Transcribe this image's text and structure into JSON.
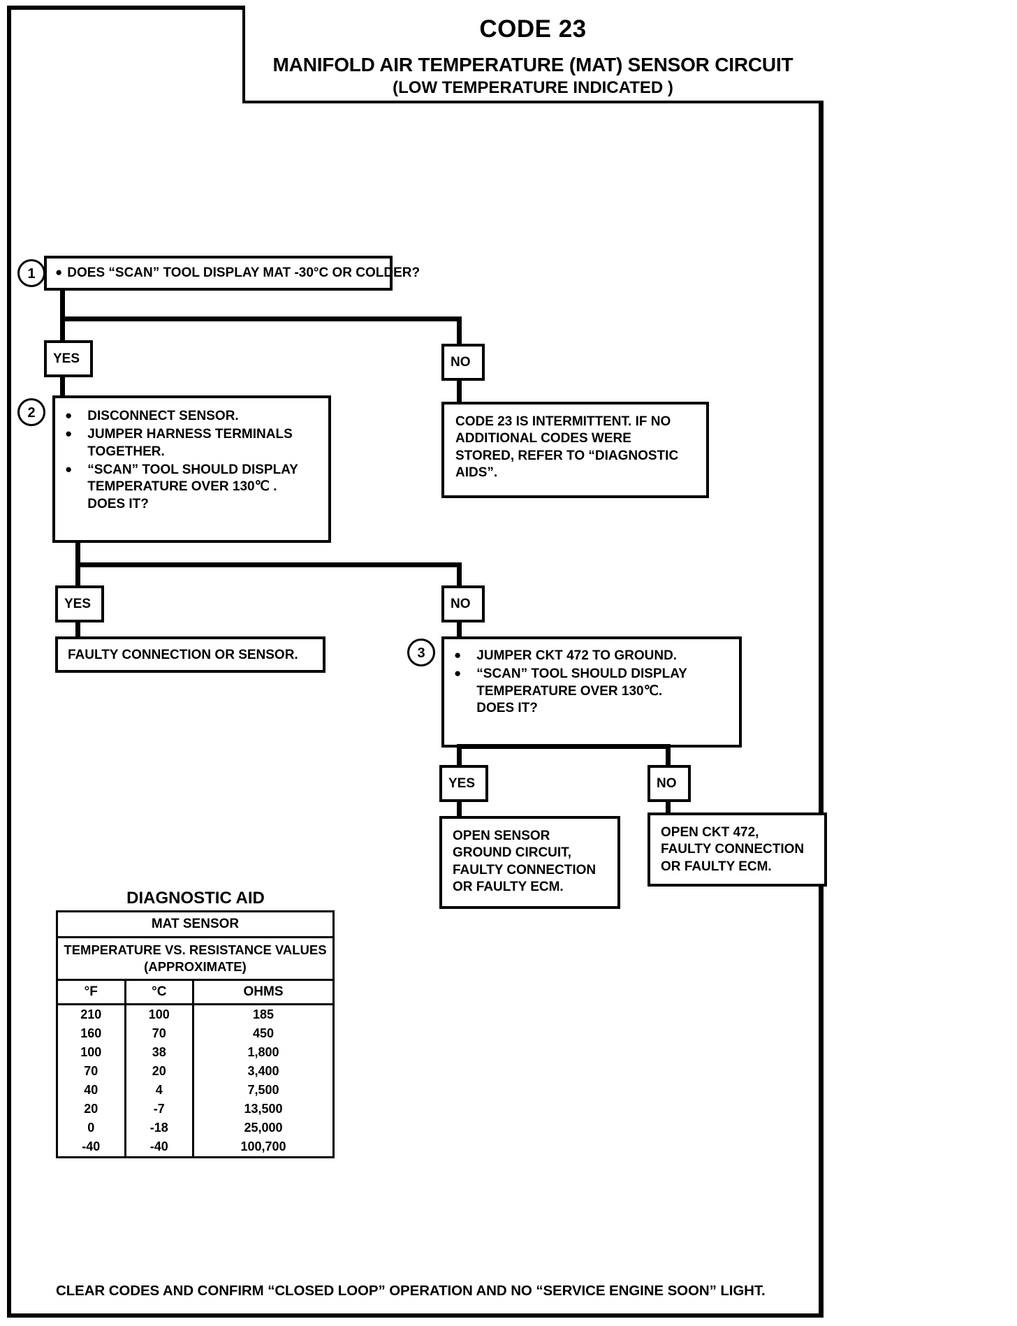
{
  "page": {
    "title_code": "CODE 23",
    "title_main": "MANIFOLD AIR TEMPERATURE (MAT) SENSOR CIRCUIT",
    "title_sub": "(LOW TEMPERATURE INDICATED )",
    "footer": "CLEAR CODES AND CONFIRM “CLOSED LOOP”  OPERATION AND NO “SERVICE ENGINE SOON” LIGHT."
  },
  "steps": {
    "one": {
      "number": "1",
      "lines": [
        "DOES “SCAN” TOOL DISPLAY MAT -30°C OR COLDER?"
      ]
    },
    "two": {
      "number": "2",
      "bullets": [
        [
          "DISCONNECT SENSOR."
        ],
        [
          "JUMPER HARNESS TERMINALS",
          "TOGETHER."
        ],
        [
          "“SCAN” TOOL SHOULD DISPLAY",
          "TEMPERATURE OVER 130℃ .",
          "DOES IT?"
        ]
      ]
    },
    "three": {
      "number": "3",
      "bullets": [
        [
          "JUMPER CKT 472 TO GROUND."
        ],
        [
          "“SCAN” TOOL SHOULD DISPLAY",
          "TEMPERATURE OVER 130℃.",
          "DOES IT?"
        ]
      ]
    }
  },
  "branches": {
    "yes_1": "YES",
    "no_1": "NO",
    "yes_2": "YES",
    "no_2": "NO",
    "yes_3": "YES",
    "no_3": "NO"
  },
  "results": {
    "intermittent": [
      "CODE 23 IS INTERMITTENT.  IF NO",
      "ADDITIONAL CODES WERE",
      "STORED, REFER TO  “DIAGNOSTIC",
      "AIDS”."
    ],
    "faulty_connection_or_sensor": [
      "FAULTY CONNECTION OR SENSOR."
    ],
    "open_sensor_ground": [
      "OPEN SENSOR",
      "GROUND CIRCUIT,",
      "FAULTY CONNECTION",
      "OR FAULTY ECM."
    ],
    "open_ckt_472": [
      "OPEN CKT 472,",
      "FAULTY CONNECTION",
      "OR FAULTY ECM."
    ]
  },
  "diagnostic_aid": {
    "title": "DIAGNOSTIC AID",
    "sensor_head": "MAT SENSOR",
    "sub_head_line1": "TEMPERATURE VS. RESISTANCE VALUES",
    "sub_head_line2": "(APPROXIMATE)",
    "columns": [
      "°F",
      "°C",
      "OHMS"
    ],
    "rows": [
      [
        "210",
        "100",
        "185"
      ],
      [
        "160",
        "70",
        "450"
      ],
      [
        "100",
        "38",
        "1,800"
      ],
      [
        "70",
        "20",
        "3,400"
      ],
      [
        "40",
        "4",
        "7,500"
      ],
      [
        "20",
        "-7",
        "13,500"
      ],
      [
        "0",
        "-18",
        "25,000"
      ],
      [
        "-40",
        "-40",
        "100,700"
      ]
    ]
  }
}
